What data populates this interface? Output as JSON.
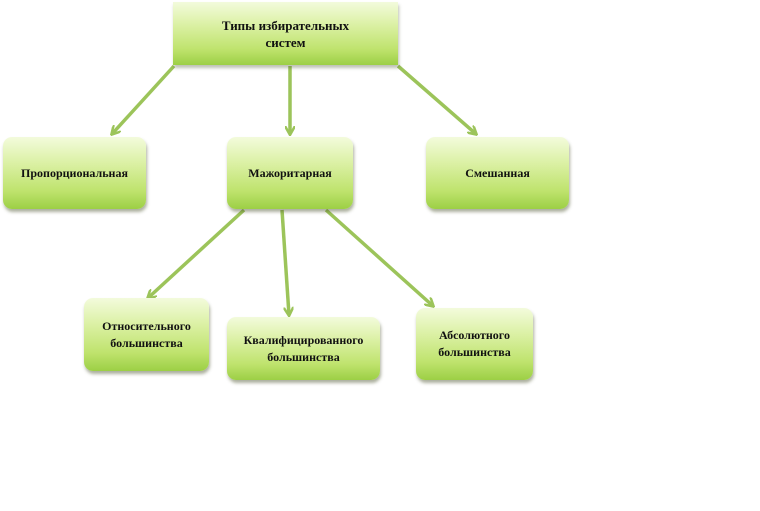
{
  "diagram": {
    "root": {
      "label": "Типы избирательных\nсистем"
    },
    "types": [
      {
        "label": "Пропорциональная"
      },
      {
        "label": "Мажоритарная"
      },
      {
        "label": "Смешанная"
      }
    ],
    "majoritarian_subtypes": [
      {
        "label": "Относительного\nбольшинства"
      },
      {
        "label": "Квалифицированного\nбольшинства"
      },
      {
        "label": "Абсолютного\nбольшинства"
      }
    ]
  },
  "colors": {
    "node_fill_top": "#f3fbdc",
    "node_fill_bottom": "#9ccf45",
    "arrow": "#9cc45a"
  }
}
